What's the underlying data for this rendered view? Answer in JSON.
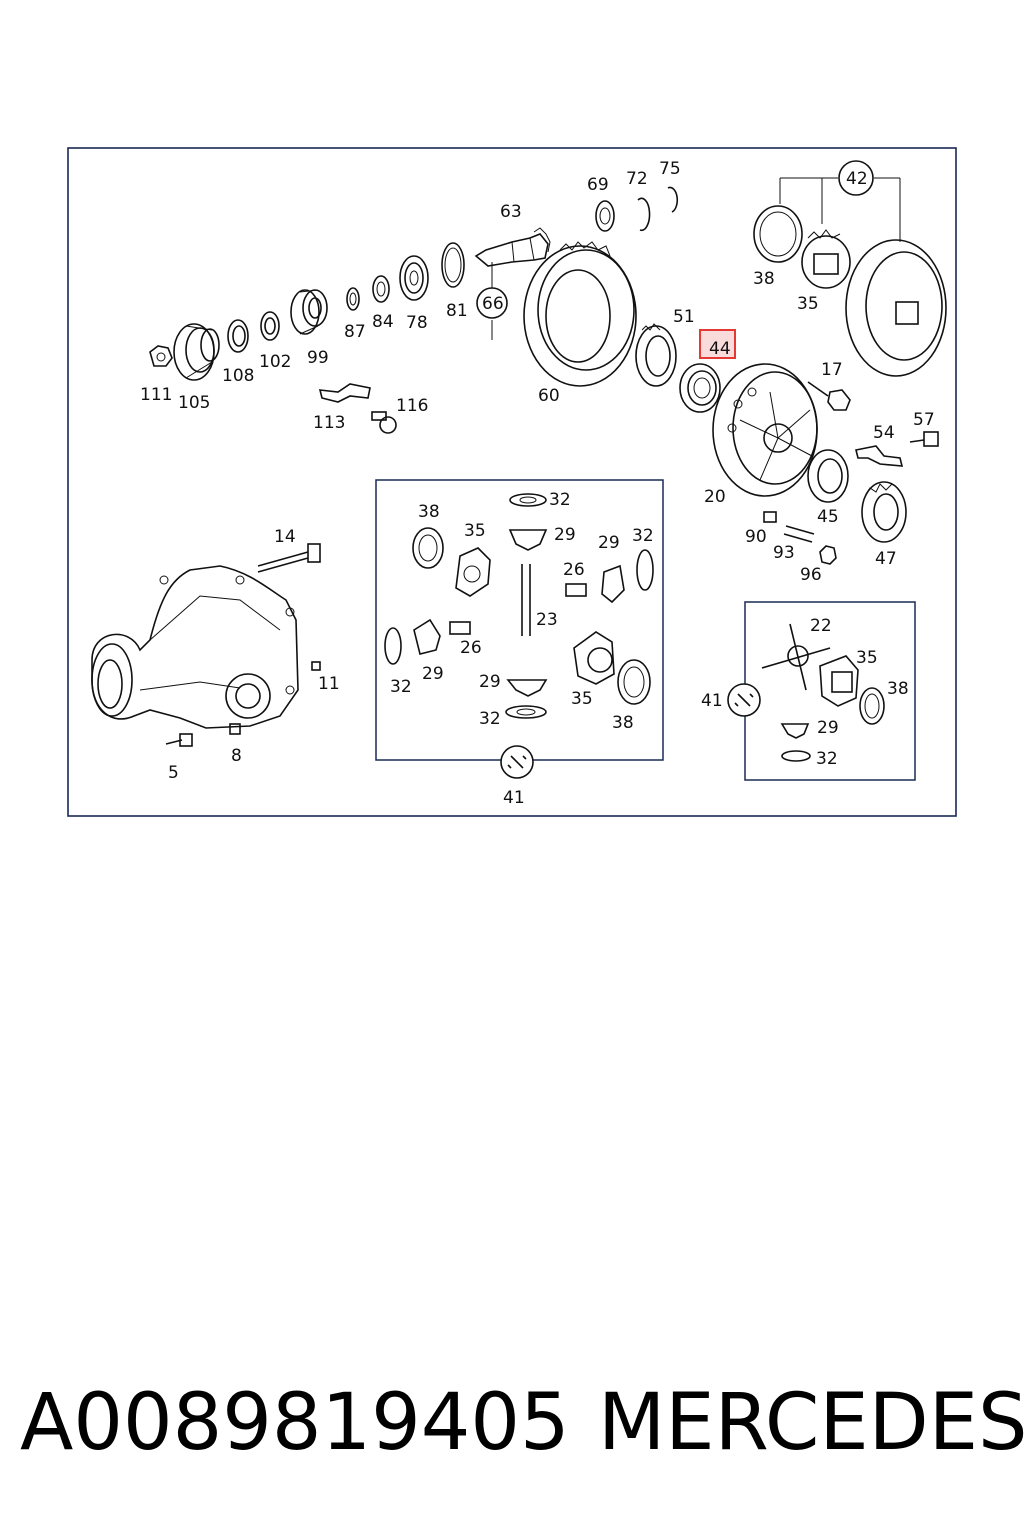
{
  "callouts": {
    "c111": "111",
    "c105": "105",
    "c108": "108",
    "c102": "102",
    "c99": "99",
    "c87": "87",
    "c84": "84",
    "c78": "78",
    "c81": "81",
    "c63": "63",
    "c66": "66",
    "c69": "69",
    "c72": "72",
    "c75": "75",
    "c60": "60",
    "c51": "51",
    "c44": "44",
    "c42": "42",
    "c38": "38",
    "c35": "35",
    "c17": "17",
    "c113": "113",
    "c116": "116",
    "c54": "54",
    "c57": "57",
    "c20": "20",
    "c45": "45",
    "c47": "47",
    "c90": "90",
    "c93": "93",
    "c96": "96",
    "c14": "14",
    "c11": "11",
    "c5": "5",
    "c8": "8",
    "c32": "32",
    "c29": "29",
    "c26": "26",
    "c23": "23",
    "c41": "41",
    "c22": "22"
  },
  "highlight_color": "#e53935",
  "caption": {
    "part_number": "A0089819405",
    "brand": "MERCEDES"
  }
}
